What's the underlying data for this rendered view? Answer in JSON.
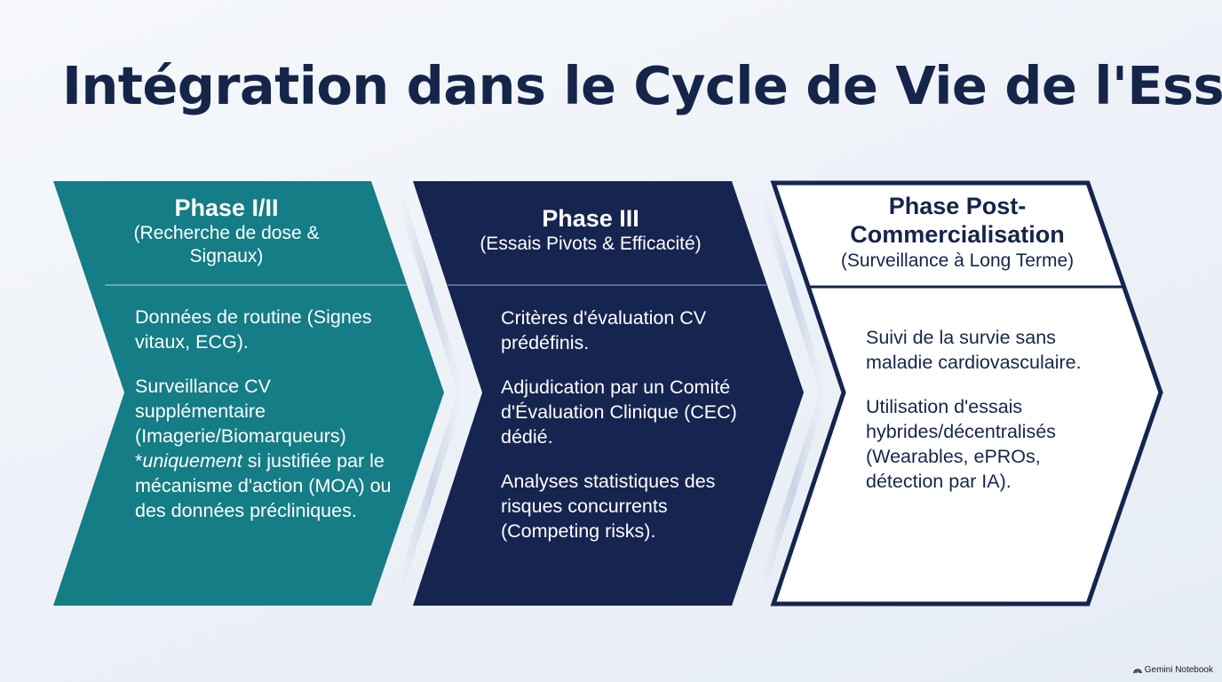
{
  "title": "Intégration dans le Cycle de Vie de l'Essai",
  "colors": {
    "teal": "#147d86",
    "navy": "#152550",
    "white_fill": "#ffffff",
    "title": "#15254a"
  },
  "phases": [
    {
      "name": "Phase I/II",
      "subtitle": "(Recherche de dose & Signaux)",
      "item1": "Données de routine (Signes vitaux, ECG).",
      "item2_emphasis_prefix": "*",
      "item2_emphasis": "uniquement",
      "item2_lead": "Surveillance CV supplémentaire (Imagerie/Biomarqueurs)",
      "item2_tail": " si justifiée par le mécanisme d'action (MOA) ou des données précliniques."
    },
    {
      "name": "Phase III",
      "subtitle": "(Essais Pivots & Efficacité)",
      "item1": "Critères d'évaluation CV prédéfinis.",
      "item2": "Adjudication par un Comité d'Évaluation Clinique (CEC) dédié.",
      "item3": "Analyses statistiques des risques concurrents (Competing risks)."
    },
    {
      "name": "Phase Post-Commercialisation",
      "subtitle": "(Surveillance à Long Terme)",
      "item1": "Suivi de la survie sans maladie cardiovasculaire.",
      "item2": "Utilisation d'essais hybrides/décentralisés (Wearables, ePROs, détection par IA)."
    }
  ],
  "brand": "Gemini Notebook"
}
